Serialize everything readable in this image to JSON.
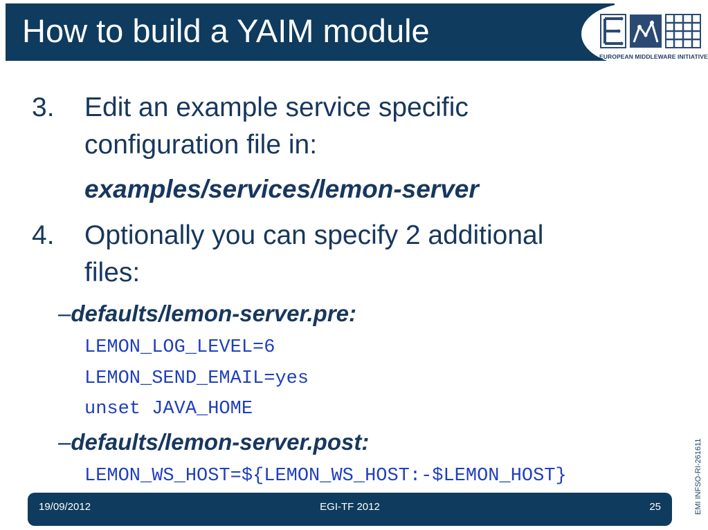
{
  "slide": {
    "title": "How to build a YAIM module",
    "logo_caption": "EUROPEAN MIDDLEWARE INITIATIVE",
    "side_label": "EMI INFSO-RI-261611"
  },
  "items": [
    {
      "number": "3.",
      "line1": "Edit an example service specific",
      "line2": "configuration file in:",
      "path": "examples/services/lemon-server"
    },
    {
      "number": "4.",
      "line1": "Optionally you can specify 2 additional",
      "line2": "files:"
    }
  ],
  "subitems": [
    {
      "dash": "–",
      "file": "defaults/lemon-server.pre:",
      "code": [
        "LEMON_LOG_LEVEL=6",
        "LEMON_SEND_EMAIL=yes",
        "unset JAVA_HOME"
      ]
    },
    {
      "dash": "–",
      "file": "defaults/lemon-server.post:",
      "code": [
        "LEMON_WS_HOST=${LEMON_WS_HOST:-$LEMON_HOST}"
      ]
    }
  ],
  "footer": {
    "date": "19/09/2012",
    "event": "EGI-TF 2012",
    "page": "25"
  },
  "colors": {
    "header_bg": "#0e3b5e",
    "body_text": "#17375e",
    "code_text": "#1f3fbf"
  }
}
